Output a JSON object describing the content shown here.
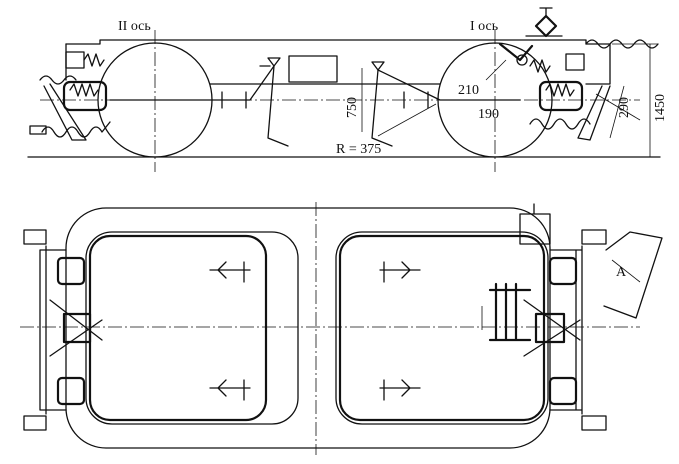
{
  "side_view": {
    "axle_left_label": "II ось",
    "axle_right_label": "I ось",
    "dim_210": "210",
    "dim_190": "190",
    "dim_750": "750",
    "dim_radius": "R = 375",
    "dim_290": "290",
    "dim_1450": "1450"
  },
  "top_view": {
    "section_mark": "A"
  }
}
